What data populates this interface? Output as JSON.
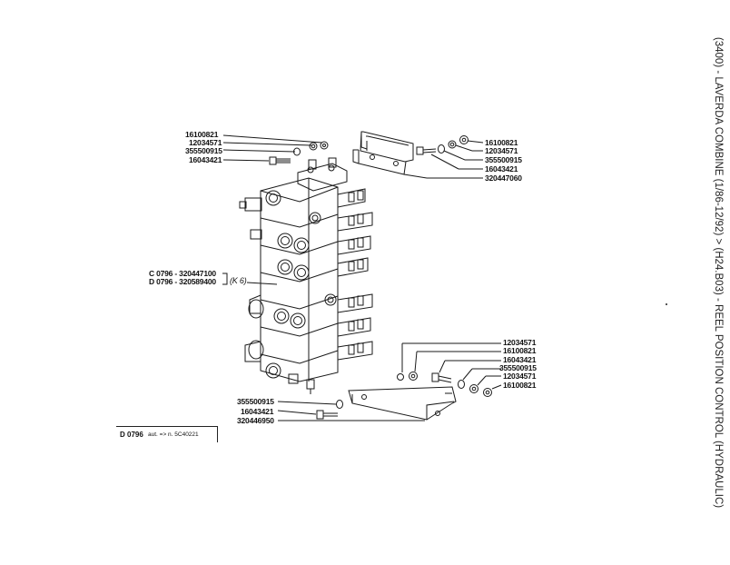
{
  "title": "(3400) - LAVERDA COMBINE (1/86-12/92) > (H24.B03) - REEL POSITION CONTROL (HYDRAULIC)",
  "version_box": {
    "code": "D 0796",
    "note": "aut. => n. 5C40221"
  },
  "labels": {
    "top_left": [
      "16100821",
      "12034571",
      "355500915",
      "16043421"
    ],
    "top_right": [
      "16100821",
      "12034571",
      "355500915",
      "16043421",
      "320447060"
    ],
    "mid_left": [
      "C 0796 - 320447100",
      "D 0796 - 320589400"
    ],
    "mid_left_ref": "(K 6)",
    "bottom_right": [
      "12034571",
      "16100821",
      "16043421",
      "355500915",
      "12034571",
      "16100821"
    ],
    "bottom_left": [
      "355500915",
      "16043421",
      "320446950"
    ]
  }
}
